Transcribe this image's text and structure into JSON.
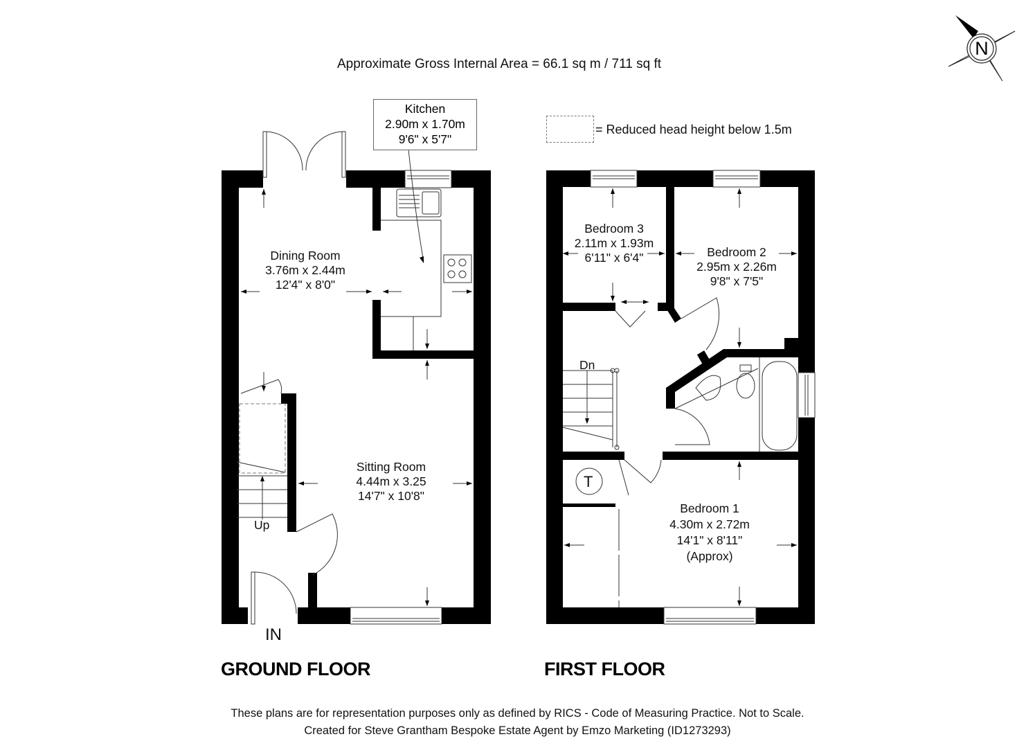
{
  "header": {
    "area_summary": "Approximate Gross Internal Area = 66.1 sq m / 711 sq ft"
  },
  "compass": {
    "label": "N",
    "icon": "north-compass-icon"
  },
  "legend": {
    "symbol": "dashed-rectangle",
    "text": "= Reduced head height below 1.5m"
  },
  "ground_floor": {
    "title": "GROUND FLOOR",
    "rooms": [
      {
        "name": "Kitchen",
        "metric": "2.90m x 1.70m",
        "imperial": "9'6\" x 5'7\""
      },
      {
        "name": "Dining Room",
        "metric": "3.76m x 2.44m",
        "imperial": "12'4\" x 8'0\""
      },
      {
        "name": "Sitting Room",
        "metric": "4.44m x 3.25",
        "imperial": "14'7\" x 10'8\""
      }
    ],
    "stairs_label": "Up",
    "entrance_label": "IN"
  },
  "first_floor": {
    "title": "FIRST FLOOR",
    "rooms": [
      {
        "name": "Bedroom 3",
        "metric": "2.11m x 1.93m",
        "imperial": "6'11\" x 6'4\""
      },
      {
        "name": "Bedroom 2",
        "metric": "2.95m x 2.26m",
        "imperial": "9'8\" x 7'5\""
      },
      {
        "name": "Bedroom 1",
        "metric": "4.30m x 2.72m",
        "imperial": "14'1\" x 8'11\"",
        "note": "(Approx)"
      }
    ],
    "stairs_label": "Dn",
    "tank_label": "T"
  },
  "footer": {
    "disclaimer": "These plans are for representation purposes only as defined by RICS - Code of Measuring Practice. Not to Scale.",
    "credit": "Created for Steve Grantham Bespoke Estate Agent by Emzo Marketing (ID1273293)"
  },
  "colors": {
    "wall": "#000000",
    "line": "#333333",
    "background": "#ffffff",
    "dashed": "#777777"
  }
}
